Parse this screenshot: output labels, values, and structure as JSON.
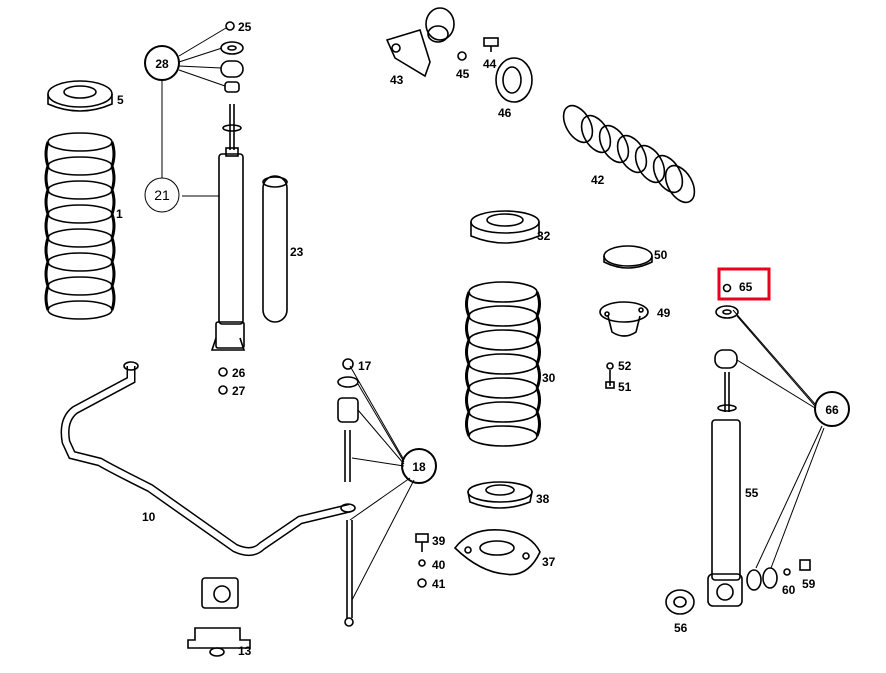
{
  "diagram": {
    "accent_color": "#e8001c",
    "highlighted_part": "65",
    "labels": {
      "p1": "1",
      "p5": "5",
      "p10": "10",
      "p13": "13",
      "p17": "17",
      "p18": "18",
      "p21": "21",
      "p23": "23",
      "p25": "25",
      "p26": "26",
      "p27": "27",
      "p28": "28",
      "p30": "30",
      "p32": "32",
      "p37": "37",
      "p38": "38",
      "p39": "39",
      "p40": "40",
      "p41": "41",
      "p42": "42",
      "p43": "43",
      "p44": "44",
      "p45": "45",
      "p46": "46",
      "p49": "49",
      "p50": "50",
      "p51": "51",
      "p52": "52",
      "p55": "55",
      "p56": "56",
      "p59": "59",
      "p60": "60",
      "p65": "65",
      "p66": "66"
    }
  }
}
